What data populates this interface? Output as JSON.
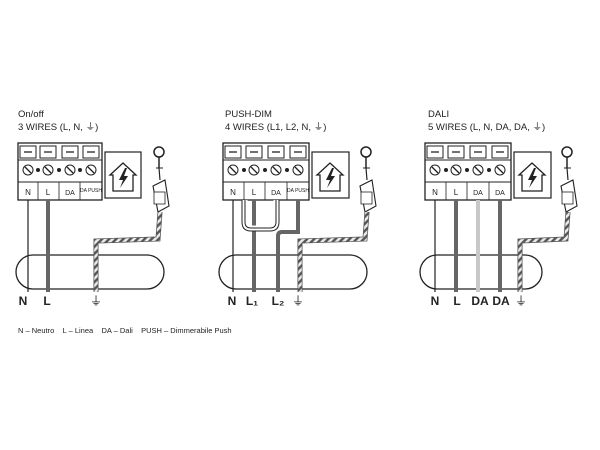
{
  "panels": [
    {
      "title": "On/off",
      "subtitle": "3 WIRES (L, N, ⏚)",
      "terminals": [
        "N",
        "L",
        "DA",
        "DA PUSH"
      ],
      "bottom_labels": [
        "N",
        "L",
        "⏚"
      ],
      "wiring": "on-off"
    },
    {
      "title": "PUSH-DIM",
      "subtitle": "4 WIRES (L1, L2, N, ⏚)",
      "terminals": [
        "N",
        "L",
        "DA",
        "DA PUSH"
      ],
      "bottom_labels": [
        "N",
        "L₁",
        "L₂",
        "⏚"
      ],
      "wiring": "push-dim"
    },
    {
      "title": "DALI",
      "subtitle": "5 WIRES (L, N, DA, DA, ⏚)",
      "terminals": [
        "N",
        "L",
        "DA",
        "DA"
      ],
      "bottom_labels": [
        "N",
        "L",
        "DA",
        "DA",
        "⏚"
      ],
      "wiring": "dali"
    }
  ],
  "legend": "N – Neutro    L – Linea    DA – Dali    PUSH – Dimmerabile Push",
  "icons": [
    "house-lightning-icon",
    "ground-clamp-icon",
    "ground-symbol-icon"
  ]
}
